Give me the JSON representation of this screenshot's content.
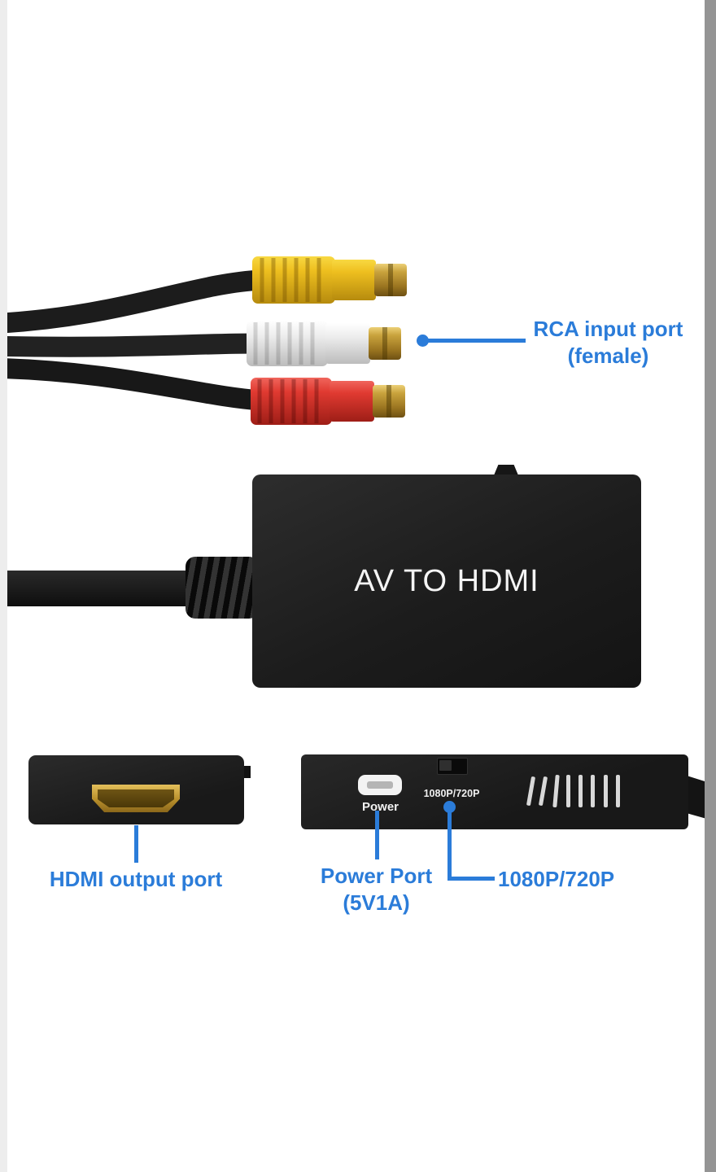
{
  "colors": {
    "accent": "#2b7cd9",
    "device_black": "#1d1d1d",
    "gold": "#b88f2b"
  },
  "callouts": {
    "rca": {
      "line1": "RCA input port",
      "line2": "(female)"
    },
    "hdmi": {
      "label": "HDMI output port"
    },
    "power": {
      "line1": "Power Port",
      "line2": "(5V1A)"
    },
    "resolution": {
      "label": "1080P/720P"
    }
  },
  "device": {
    "title": "AV TO HDMI",
    "back": {
      "power_port": "Power",
      "switch_label": "1080P/720P"
    }
  }
}
